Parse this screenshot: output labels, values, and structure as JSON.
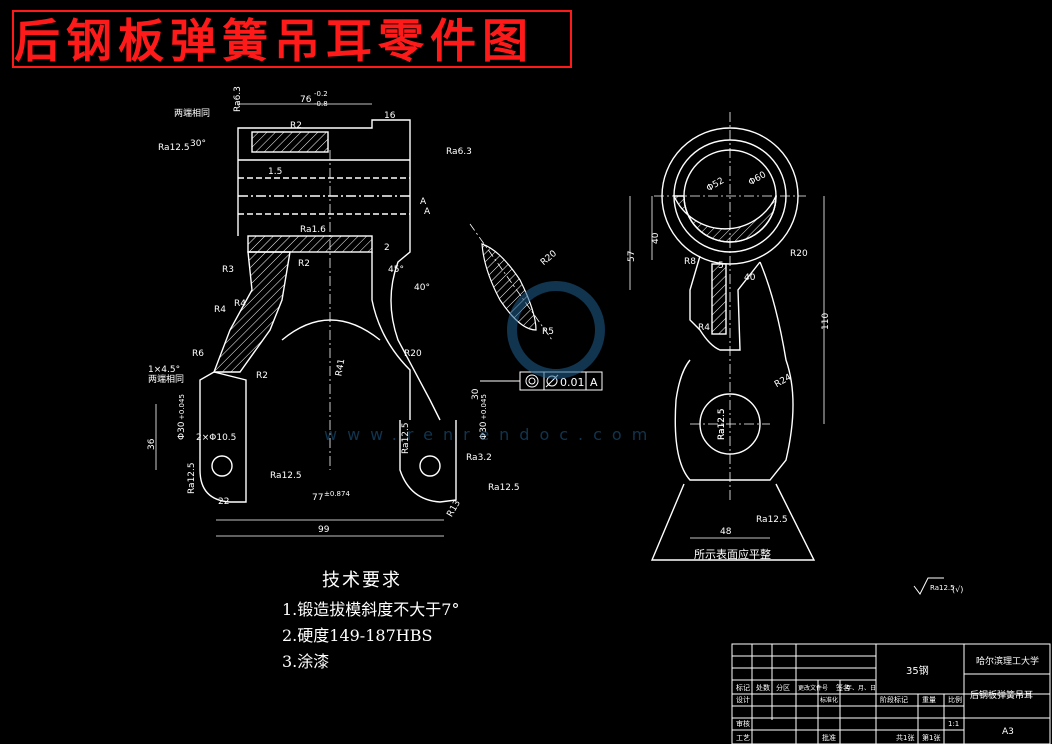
{
  "title": "后钢板弹簧吊耳零件图",
  "front_view": {
    "callouts": [
      "两端相同",
      "两端相同"
    ],
    "roughness": [
      "Ra6.3",
      "Ra12.5",
      "Ra6.3",
      "Ra1.6",
      "Ra12.5",
      "Ra12.5",
      "Ra12.5",
      "Ra12.5",
      "Ra3.2",
      "Ra12.5"
    ],
    "dims": [
      "76",
      "-0.2",
      "-0.8",
      "16",
      "1.5",
      "2",
      "45°",
      "40°",
      "R2",
      "R2",
      "R3",
      "R4",
      "R4",
      "R6",
      "R2",
      "R20",
      "R41",
      "1×4.5°",
      "30°",
      "2×Φ10.5",
      "36",
      "Φ30",
      "+0.045",
      "Φ30",
      "+0.045",
      "22",
      "77",
      "±0.874",
      "99",
      "30",
      "R13",
      "A",
      "A"
    ],
    "section": [
      "R20",
      "R5"
    ],
    "tolerance_frame": [
      "0.01",
      "A"
    ]
  },
  "side_view": {
    "dims": [
      "Φ52",
      "Φ60",
      "R20",
      "R8",
      "5",
      "40",
      "57",
      "40",
      "R4",
      "110",
      "R24",
      "Ra12.5",
      "48",
      "Ra12.5"
    ],
    "note": "所示表面应平整"
  },
  "requirements": {
    "heading": "技术要求",
    "items": [
      "1.锻造拔模斜度不大于7°",
      "2.硬度149-187HBS",
      "3.涂漆"
    ]
  },
  "global_roughness": [
    "Ra12.5",
    "(√)"
  ],
  "watermark": {
    "site": "www.renrendoc.com"
  },
  "title_block": {
    "material": "35钢",
    "school": "哈尔滨理工大学",
    "part_name": "后钢板弹簧吊耳",
    "sheet": "A3",
    "labels": [
      "标记",
      "处数",
      "分区",
      "更改文件号",
      "签名",
      "年、月、日",
      "设计",
      "标准化",
      "阶段标记",
      "重量",
      "比例",
      "审核",
      "工艺",
      "批准",
      "共1张",
      "第1张"
    ],
    "values": [
      "1:1"
    ]
  },
  "colors": {
    "line": "#ffffff",
    "title": "#ff1a1a",
    "watermark": "#1f5f8f"
  }
}
